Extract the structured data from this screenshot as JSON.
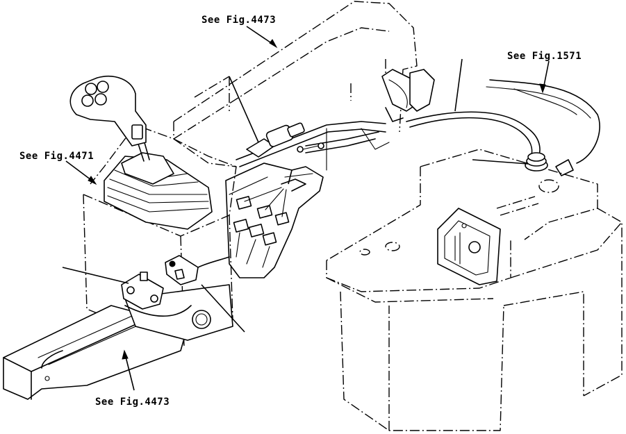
{
  "callouts": {
    "top_center": "See Fig.4473",
    "top_right": "See Fig.1571",
    "left": "See Fig.4471",
    "bottom": "See Fig.4473"
  },
  "colors": {
    "line": "#000000",
    "background": "#ffffff"
  }
}
